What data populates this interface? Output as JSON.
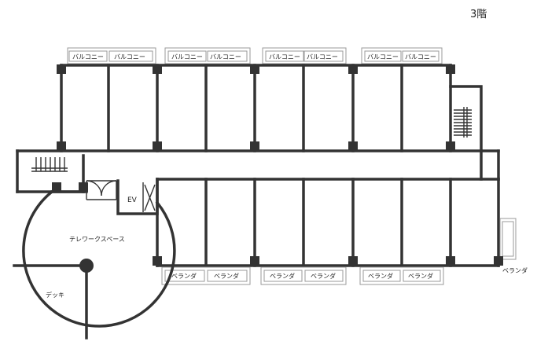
{
  "floor_label": "3階",
  "balcony_label": "バルコニー",
  "veranda_label": "ベランダ",
  "elevator_label": "EV",
  "telework_label": "テレワークスペース",
  "deck_label": "デッキ"
}
